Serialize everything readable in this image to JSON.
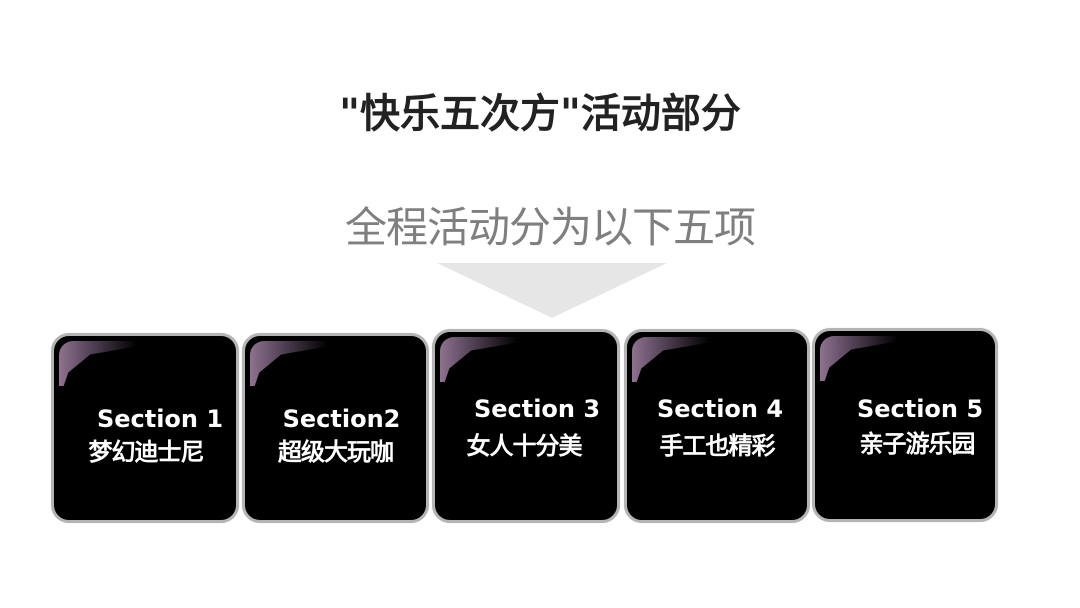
{
  "slide": {
    "title": "\"快乐五次方\"活动部分",
    "subtitle": "全程活动分为以下五项",
    "arrow_color": "#e6e6e6",
    "sections": [
      {
        "label": "Section 1",
        "name": "梦幻迪士尼"
      },
      {
        "label": "Section2",
        "name": "超级大玩咖"
      },
      {
        "label": "Section 3",
        "name": "女人十分美"
      },
      {
        "label": "Section 4",
        "name": "手工也精彩"
      },
      {
        "label": "Section 5",
        "name": "亲子游乐园"
      }
    ]
  }
}
